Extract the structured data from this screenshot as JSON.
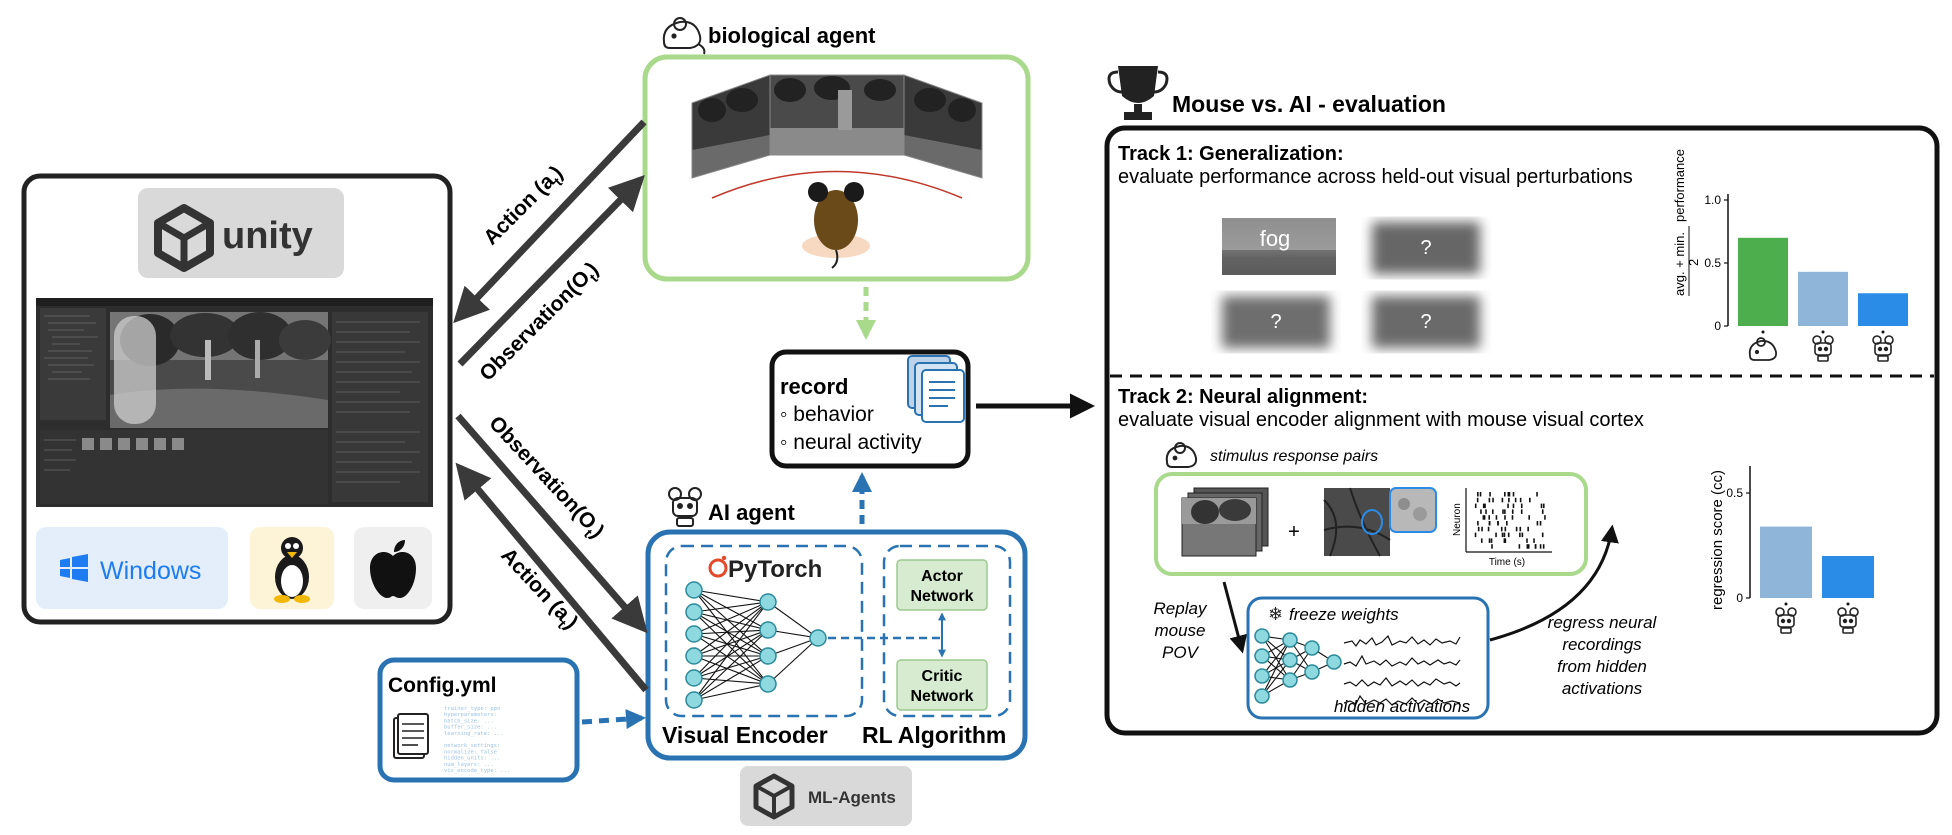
{
  "biological_agent": {
    "title": "biological agent"
  },
  "ai_agent": {
    "title": "AI agent",
    "pytorch": "PyTorch",
    "visual_encoder": "Visual Encoder",
    "rl_algorithm": "RL Algorithm",
    "actor_network": [
      "Actor",
      "Network"
    ],
    "critic_network": [
      "Critic",
      "Network"
    ]
  },
  "unity": {
    "logo_text": "unity",
    "platforms": {
      "windows": "Windows"
    }
  },
  "record": {
    "title": "record",
    "items": [
      "behavior",
      "neural activity"
    ]
  },
  "config": {
    "title": "Config.yml",
    "code_lines": [
      "trainer_type: ppo",
      "hyperparameters:",
      "  batch_size: ...",
      "  buffer_size: ...",
      "  learning_rate: ...",
      "",
      "network_settings:",
      "  normalize: false",
      "  hidden_units: ...",
      "  num_layers: ...",
      "  vis_encode_type: ..."
    ]
  },
  "ml_agents": {
    "label": "ML-Agents"
  },
  "arrows": {
    "action_top": "Action (a",
    "observation_top": "Observation(O",
    "observation_bottom": "Observation(O",
    "action_bottom": "Action (a",
    "sub_a": "t",
    "sub_o": "t",
    "close_paren": ")"
  },
  "evaluation": {
    "title": "Mouse vs. AI - evaluation",
    "track1": {
      "heading": "Track 1: Generalization:",
      "subheading": "evaluate performance across held-out visual perturbations",
      "tiles": [
        "fog",
        "?",
        "?",
        "?"
      ],
      "ylabel_main": "performance",
      "ylabel_frac_top": "avg. + min.",
      "ylabel_frac_bottom": "2"
    },
    "track2": {
      "heading": "Track 2: Neural alignment:",
      "subheading": "evaluate visual encoder alignment with mouse visual cortex",
      "pairs_label": "stimulus response pairs",
      "plus": "+",
      "raster_ylabel": "Neuron",
      "raster_xlabel": "Time (s)",
      "replay": [
        "Replay",
        "mouse",
        "POV"
      ],
      "freeze": "freeze weights",
      "hidden": "hidden activations",
      "regress": [
        "regress neural",
        "recordings",
        "from hidden",
        "activations"
      ],
      "ylabel": "regression score (cc)"
    }
  },
  "colors": {
    "green": "#a9d98a",
    "blue": "#2a73b3",
    "bar_green": "#4cae4c",
    "bar_lightblue": "#8fb5d8",
    "bar_blue": "#2b8ce8",
    "node": "#8ed8e0"
  },
  "chart_data": [
    {
      "type": "bar",
      "categories": [
        "mouse",
        "AI agent 1",
        "AI agent 2"
      ],
      "values": [
        0.7,
        0.43,
        0.26
      ],
      "colors": [
        "#4cae4c",
        "#8fb5d8",
        "#2b8ce8"
      ],
      "yticks": [
        "1.0",
        "0.5",
        "0"
      ],
      "ylim": [
        0,
        1.0
      ]
    },
    {
      "type": "bar",
      "categories": [
        "AI agent 1",
        "AI agent 2"
      ],
      "values": [
        0.34,
        0.2
      ],
      "colors": [
        "#8fb5d8",
        "#2b8ce8"
      ],
      "yticks": [
        "0.5",
        "0"
      ],
      "ylim": [
        0,
        0.6
      ]
    }
  ]
}
